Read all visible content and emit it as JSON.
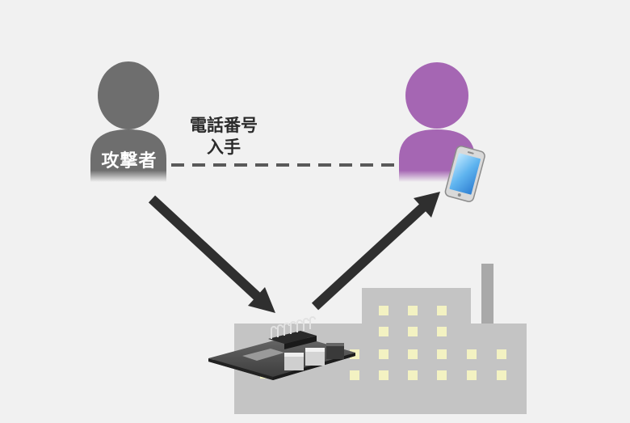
{
  "diagram": {
    "nodes": {
      "attacker": {
        "label": "攻撃者",
        "color": "#6e6e6e"
      },
      "victim": {
        "label": "",
        "color": "#a566b3"
      },
      "factory": {
        "label": "",
        "color": "#c4c4c4",
        "window_color": "#f3f2c2"
      },
      "device": {
        "label": ""
      }
    },
    "edges": {
      "attacker_to_victim": {
        "style": "dashed",
        "label_line1": "電話番号",
        "label_line2": "入手"
      },
      "attacker_to_device": {
        "style": "arrow"
      },
      "device_to_victim": {
        "style": "arrow"
      }
    },
    "colors": {
      "background": "#f1f1f1",
      "arrow": "#2f2f2f",
      "dash": "#595959"
    }
  }
}
